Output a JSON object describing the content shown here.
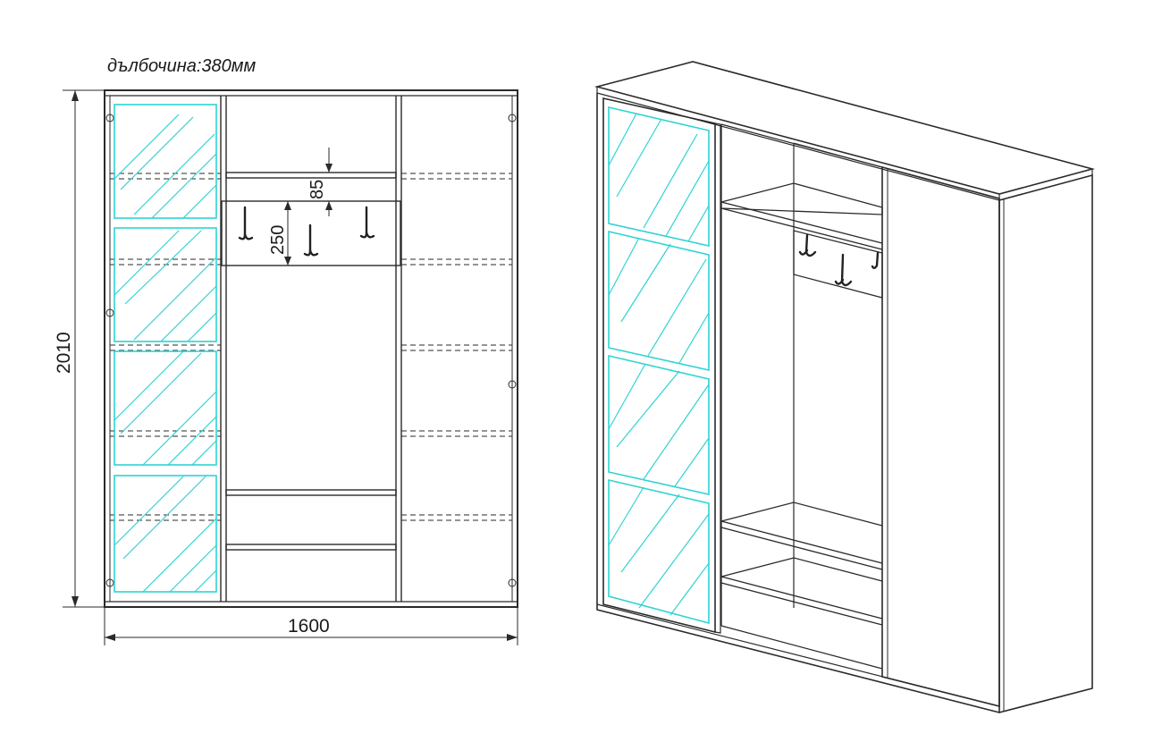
{
  "depth_note": "дълбочина:380мм",
  "dimensions": {
    "height": "2010",
    "width": "1600",
    "shelf_gap": "85",
    "hook_panel_height": "250"
  },
  "colors": {
    "line": "#2a2a2a",
    "glass": "#2fd3d3",
    "background": "#ffffff"
  },
  "icons": [
    "coat-hook-icon",
    "mirror-glass-panel"
  ]
}
